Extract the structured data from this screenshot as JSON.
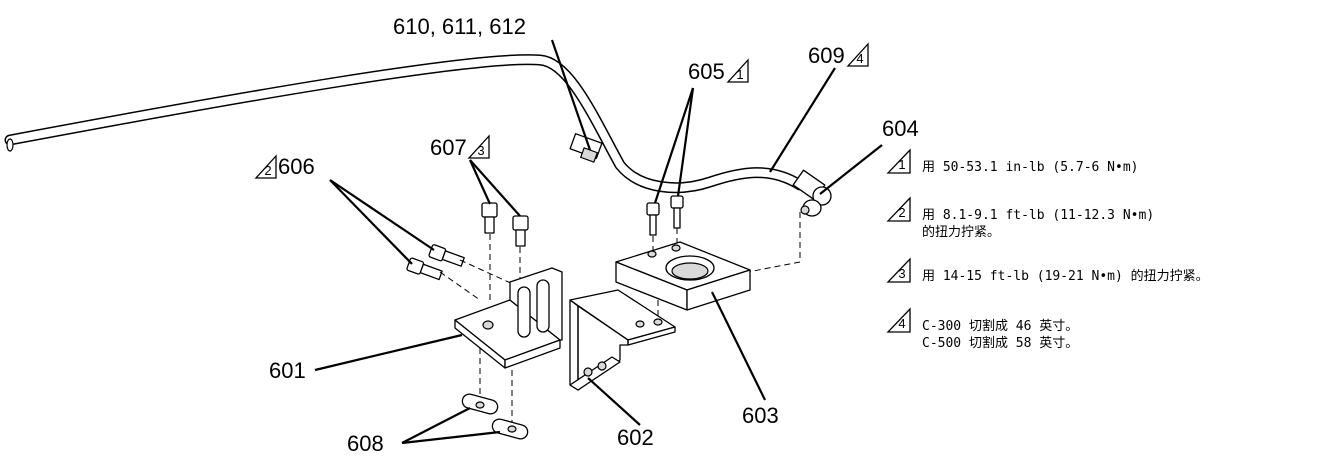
{
  "callouts": {
    "c610": "610, 611, 612",
    "c605": "605",
    "c609": "609",
    "c604": "604",
    "c607": "607",
    "c606": "606",
    "c601": "601",
    "c602": "602",
    "c603": "603",
    "c608": "608"
  },
  "flags": {
    "f605": "1",
    "f609": "4",
    "f607": "3",
    "f606": "2"
  },
  "notes": [
    {
      "number": "1",
      "lines": [
        "用 50-53.1 in-lb (5.7-6 N•m)"
      ]
    },
    {
      "number": "2",
      "lines": [
        "用 8.1-9.1 ft-lb (11-12.3 N•m)",
        "的扭力拧紧。"
      ]
    },
    {
      "number": "3",
      "lines": [
        "用 14-15 ft-lb (19-21 N•m) 的扭力拧紧。"
      ]
    },
    {
      "number": "4",
      "lines": [
        "C-300 切割成 46 英寸。",
        "C-500 切割成 58 英寸。"
      ]
    }
  ]
}
